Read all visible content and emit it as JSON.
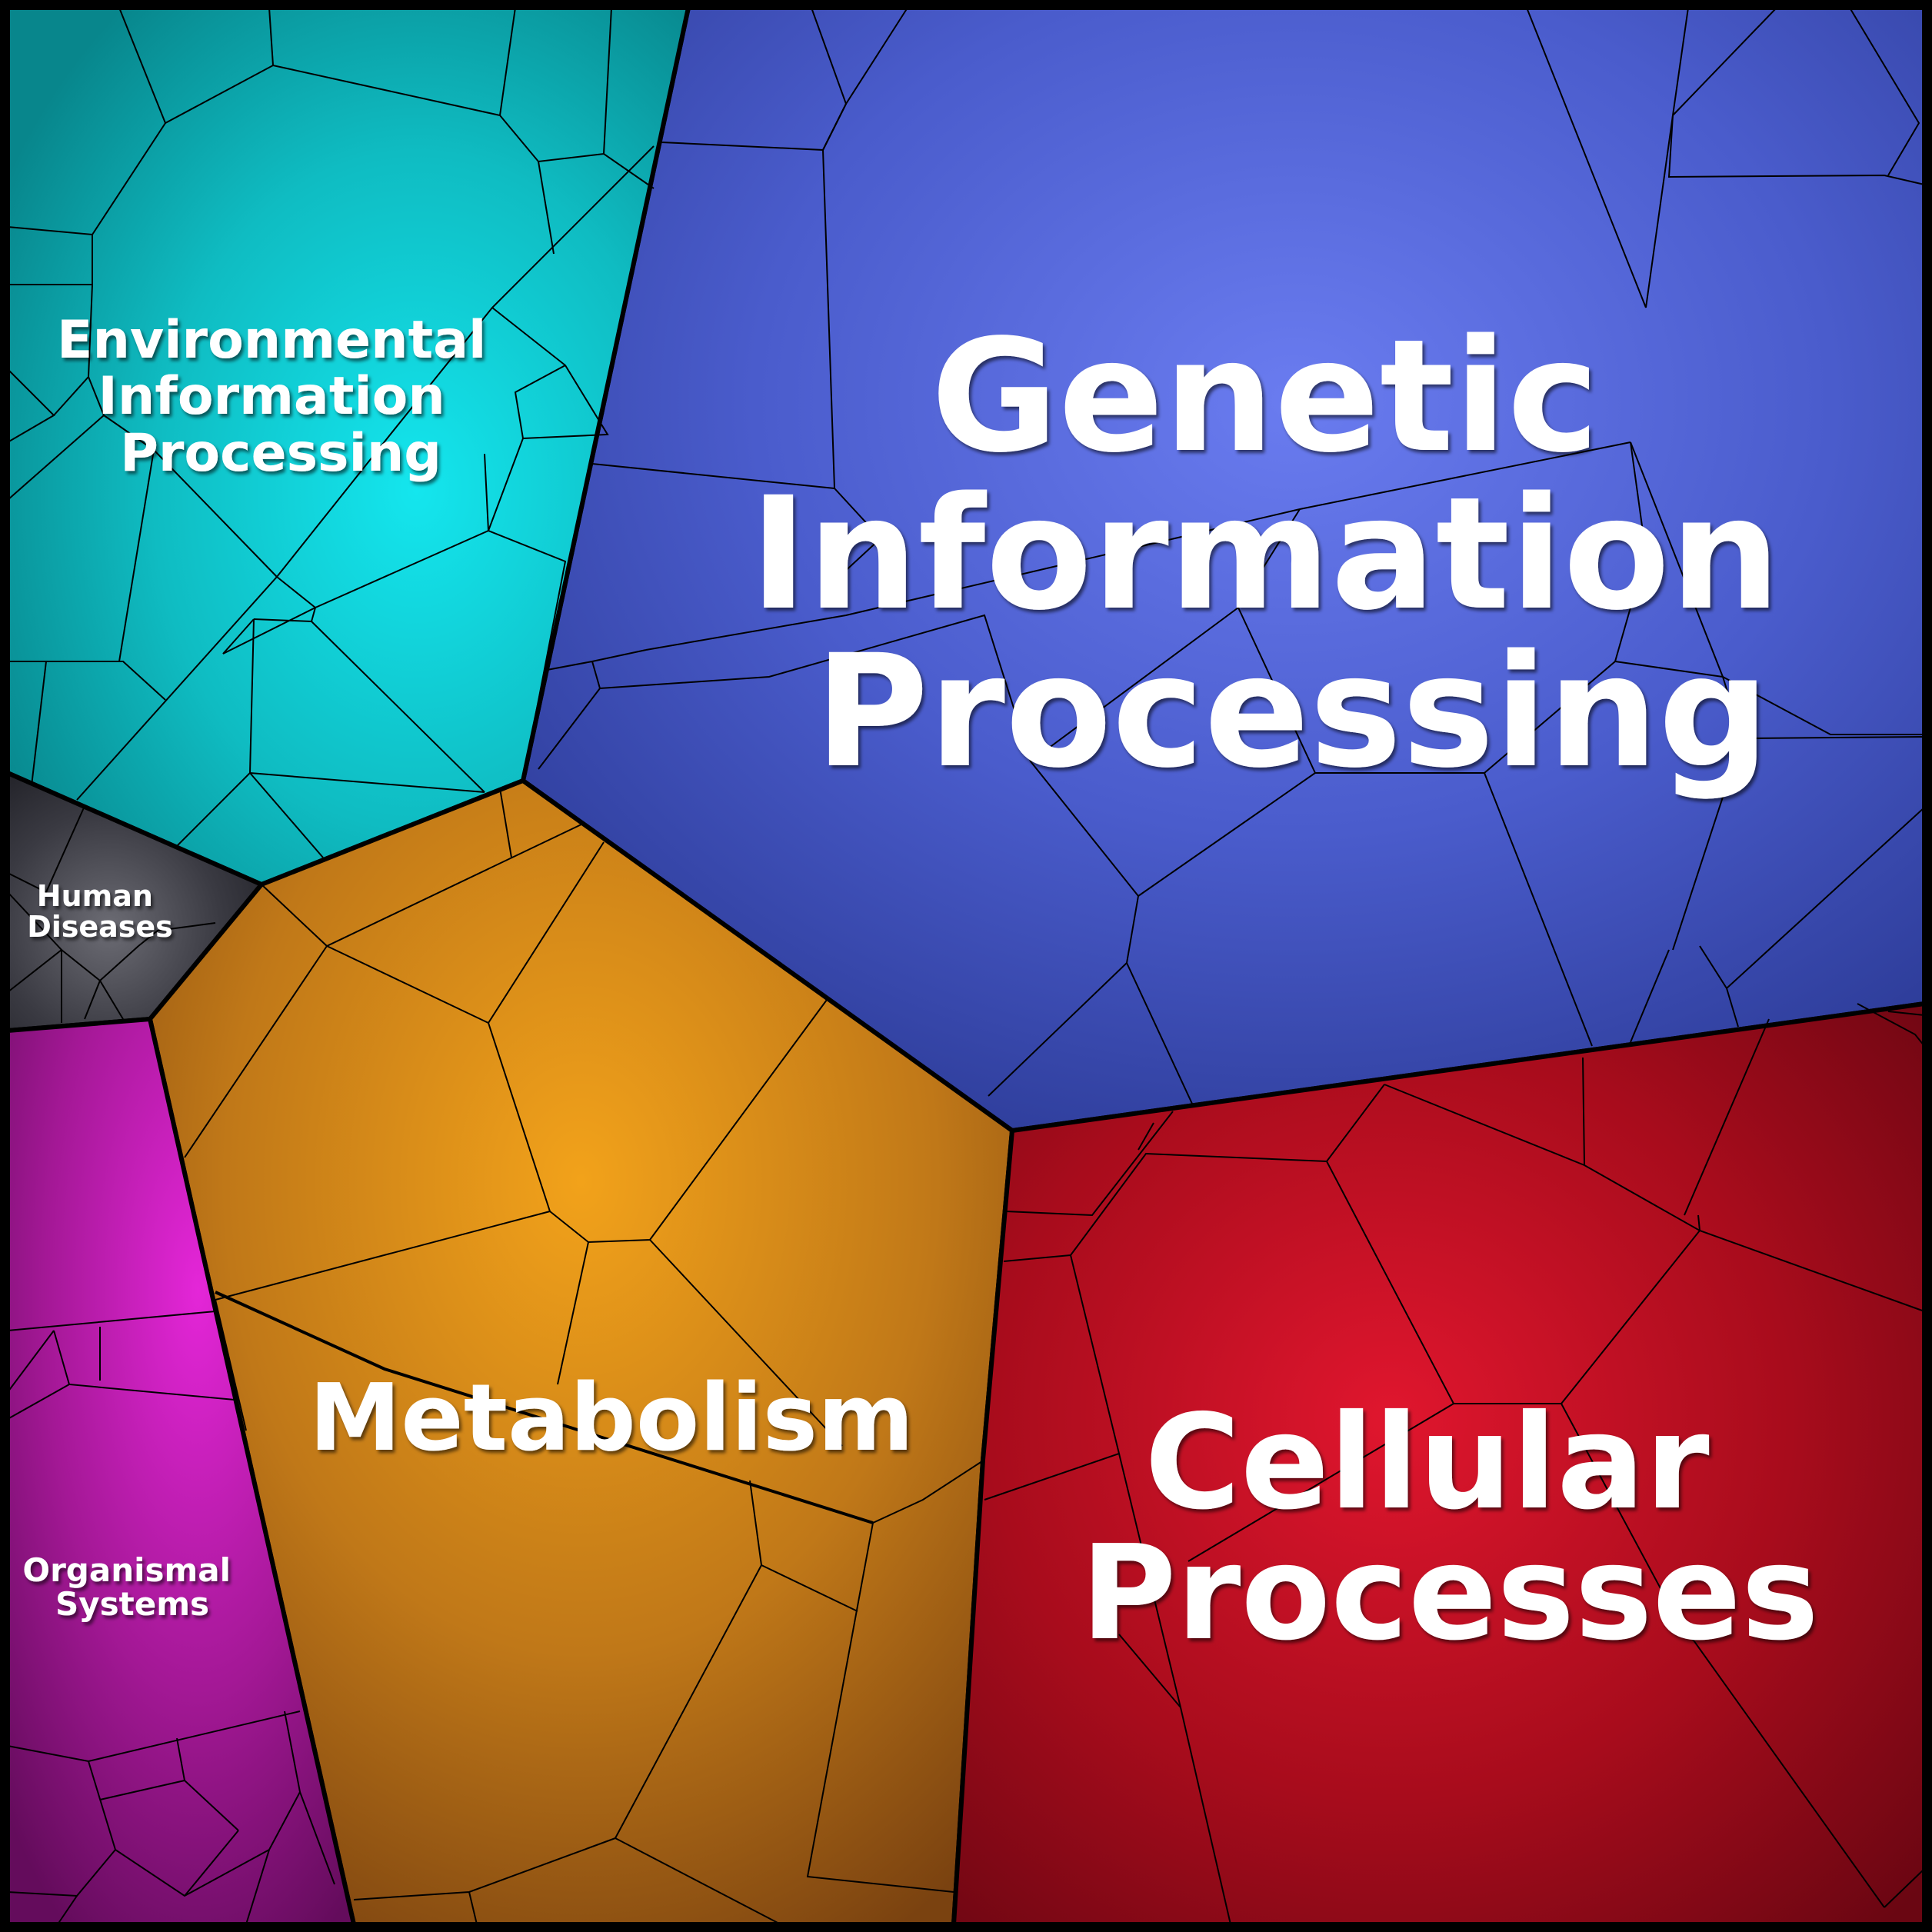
{
  "regions": [
    {
      "id": "genetic-information-processing",
      "label_lines": [
        "Genetic",
        "Information",
        "Processing"
      ],
      "colors": {
        "light": "#6a7cf0",
        "mid": "#4a5ccc",
        "dark": "#2e3d9a"
      }
    },
    {
      "id": "environmental-information-processing",
      "label_lines": [
        "Environmental",
        "Information",
        "Processing"
      ],
      "colors": {
        "light": "#14e6ee",
        "mid": "#0fbcc2",
        "dark": "#08868c"
      }
    },
    {
      "id": "human-diseases",
      "label_lines": [
        "Human",
        "Diseases"
      ],
      "colors": {
        "light": "#6c6c74",
        "mid": "#3a3a42",
        "dark": "#1c1c22"
      }
    },
    {
      "id": "metabolism",
      "label_lines": [
        "Metabolism"
      ],
      "colors": {
        "light": "#f2a21a",
        "mid": "#c07818",
        "dark": "#7a4210"
      }
    },
    {
      "id": "cellular-processes",
      "label_lines": [
        "Cellular",
        "Processes"
      ],
      "colors": {
        "light": "#e0162e",
        "mid": "#a80c1c",
        "dark": "#6a0612"
      }
    },
    {
      "id": "organismal-systems",
      "label_lines": [
        "Organismal",
        "Systems"
      ],
      "colors": {
        "light": "#e426d8",
        "mid": "#a41896",
        "dark": "#640c5c"
      }
    }
  ]
}
